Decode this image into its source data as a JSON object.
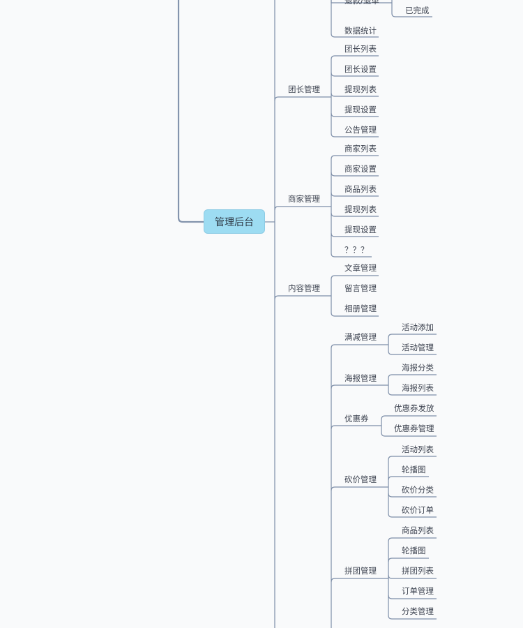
{
  "root": {
    "label": "管理后台"
  },
  "nodes": {
    "top_partial": "退款/退单",
    "order_done": "已完成",
    "data_stats": "数据统计",
    "tuanzhang": {
      "label": "团长管理",
      "children": [
        "团长列表",
        "团长设置",
        "提现列表",
        "提现设置",
        "公告管理"
      ]
    },
    "shangjia": {
      "label": "商家管理",
      "children": [
        "商家列表",
        "商家设置",
        "商品列表",
        "提现列表",
        "提现设置",
        "？？？"
      ]
    },
    "neirong": {
      "label": "内容管理",
      "children": [
        "文章管理",
        "留言管理",
        "相册管理"
      ]
    },
    "manjian": {
      "label": "满减管理",
      "children": [
        "活动添加",
        "活动管理"
      ]
    },
    "haibao": {
      "label": "海报管理",
      "children": [
        "海报分类",
        "海报列表"
      ]
    },
    "youhuiquan": {
      "label": "优惠券",
      "children": [
        "优惠券发放",
        "优惠券管理"
      ]
    },
    "kanjia": {
      "label": "砍价管理",
      "children": [
        "活动列表",
        "轮播图",
        "砍价分类",
        "砍价订单"
      ]
    },
    "pintuan": {
      "label": "拼团管理",
      "children": [
        "商品列表",
        "轮播图",
        "拼团列表",
        "订单管理",
        "分类管理"
      ]
    }
  }
}
